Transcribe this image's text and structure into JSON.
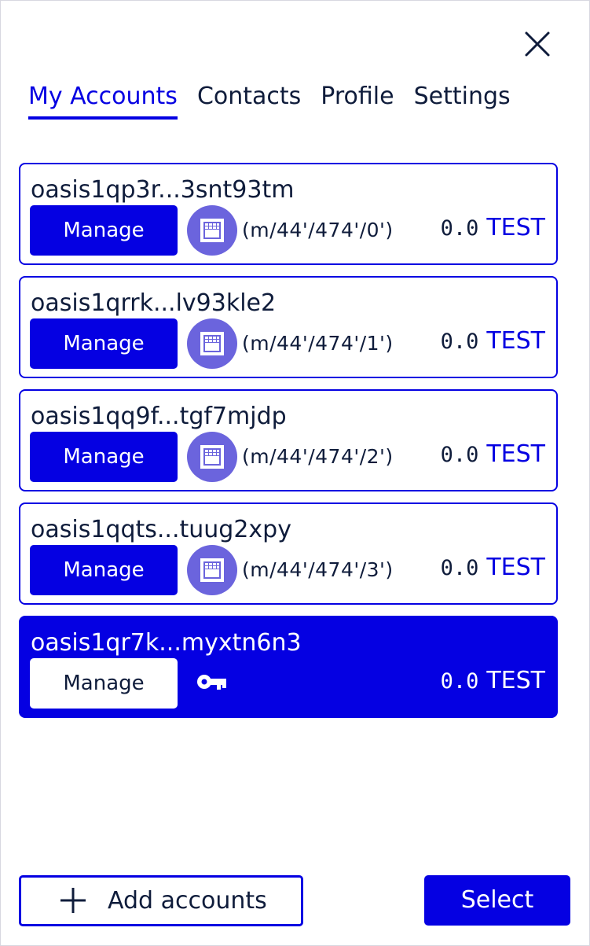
{
  "tabs": {
    "my_accounts": "My Accounts",
    "contacts": "Contacts",
    "profile": "Profile",
    "settings": "Settings"
  },
  "accounts": [
    {
      "address": "oasis1qp3r...3snt93tm",
      "manage_label": "Manage",
      "path": "(m/44'/474'/0')",
      "balance": "0.0",
      "unit": "TEST",
      "icon": "ledger-icon"
    },
    {
      "address": "oasis1qrrk...lv93kle2",
      "manage_label": "Manage",
      "path": "(m/44'/474'/1')",
      "balance": "0.0",
      "unit": "TEST",
      "icon": "ledger-icon"
    },
    {
      "address": "oasis1qq9f...tgf7mjdp",
      "manage_label": "Manage",
      "path": "(m/44'/474'/2')",
      "balance": "0.0",
      "unit": "TEST",
      "icon": "ledger-icon"
    },
    {
      "address": "oasis1qqts...tuug2xpy",
      "manage_label": "Manage",
      "path": "(m/44'/474'/3')",
      "balance": "0.0",
      "unit": "TEST",
      "icon": "ledger-icon"
    },
    {
      "address": "oasis1qr7k...myxtn6n3",
      "manage_label": "Manage",
      "balance": "0.0",
      "unit": "TEST",
      "icon": "key-icon",
      "selected": true
    }
  ],
  "footer": {
    "add_label": "Add accounts",
    "select_label": "Select"
  },
  "colors": {
    "accent": "#0500e2",
    "ledger_badge": "#6b64dd",
    "text": "#0f1c3b"
  }
}
